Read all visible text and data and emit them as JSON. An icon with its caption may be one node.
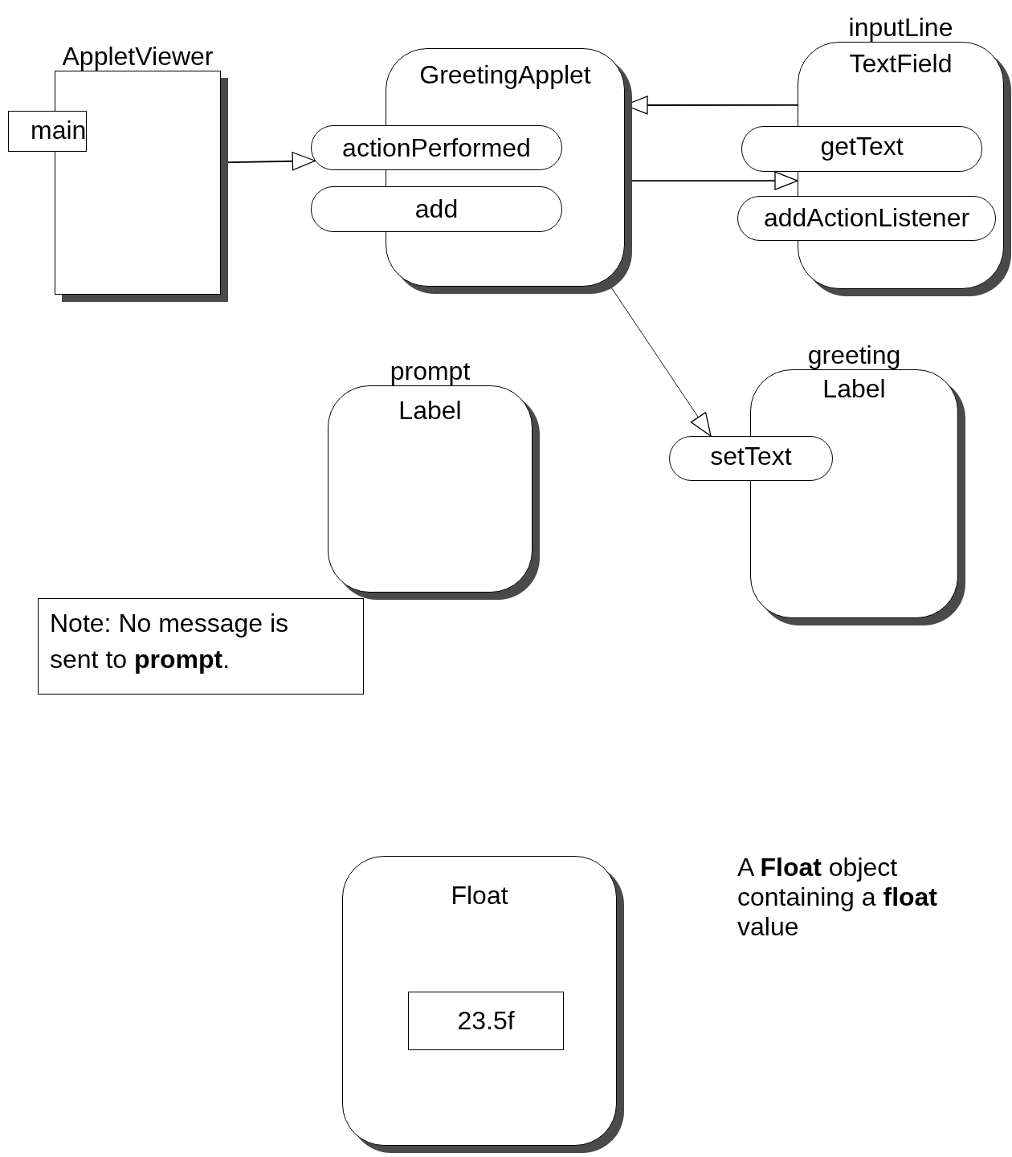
{
  "diagram": {
    "nodes": [
      {
        "text": [
          "AppletViewer"
        ]
      },
      {
        "text": [
          "main"
        ]
      },
      {
        "text": [
          "GreetingApplet"
        ]
      },
      {
        "text": [
          "actionPerformed"
        ]
      },
      {
        "text": [
          "add"
        ]
      },
      {
        "text": [
          "inputLine",
          "TextField"
        ]
      },
      {
        "text": [
          "getText"
        ]
      },
      {
        "text": [
          "addActionListener"
        ]
      },
      {
        "text": [
          "prompt",
          "Label"
        ]
      },
      {
        "text": [
          "greeting",
          "Label"
        ]
      },
      {
        "text": [
          "setText"
        ]
      },
      {
        "text": [
          "Note: No message is sent to **prompt**."
        ]
      },
      {
        "text": [
          "Float"
        ]
      },
      {
        "text": [
          "23.5f"
        ],
        "in": 12
      }
    ],
    "edges": [
      {
        "from": 0,
        "to": 3,
        "arrow": "to"
      },
      {
        "from": 5,
        "to": 2,
        "arrow": "to"
      },
      {
        "from": 2,
        "to": 5,
        "arrow": "to"
      },
      {
        "from": 2,
        "to": 10,
        "arrow": "to"
      }
    ],
    "labels": [
      "A **Float** object containing a **float** value"
    ]
  }
}
